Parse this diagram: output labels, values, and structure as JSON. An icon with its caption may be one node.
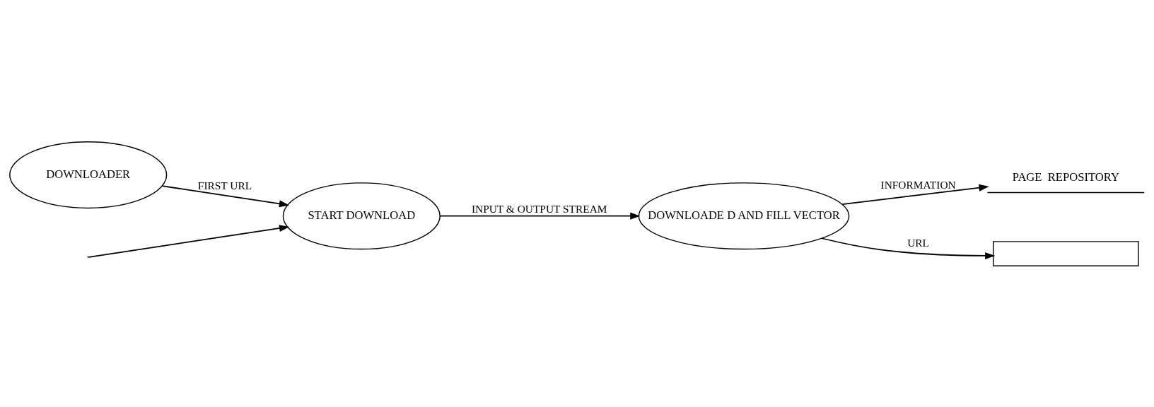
{
  "diagram": {
    "nodes": [
      {
        "text": [
          "DOWNLOADER"
        ]
      },
      {
        "text": [
          "START DOWNLOAD"
        ]
      },
      {
        "text": [
          "DOWNLOADE D AND FILL VECTOR"
        ]
      },
      {
        "text": [
          "PAGE  REPOSITORY"
        ]
      },
      {
        "text": [],
        "shape": "box"
      }
    ],
    "edges": [
      {
        "from": 0,
        "to": 1,
        "arrow": "to",
        "label": "FIRST URL"
      },
      {
        "from": 1,
        "to": 2,
        "arrow": "to",
        "label": "INPUT & OUTPUT STREAM"
      },
      {
        "from": 2,
        "to": 3,
        "arrow": "to",
        "label": "INFORMATION"
      },
      {
        "from": 2,
        "to": 4,
        "arrow": "to",
        "label": "URL"
      },
      {
        "from": null,
        "to": 1,
        "arrow": "to"
      }
    ]
  }
}
